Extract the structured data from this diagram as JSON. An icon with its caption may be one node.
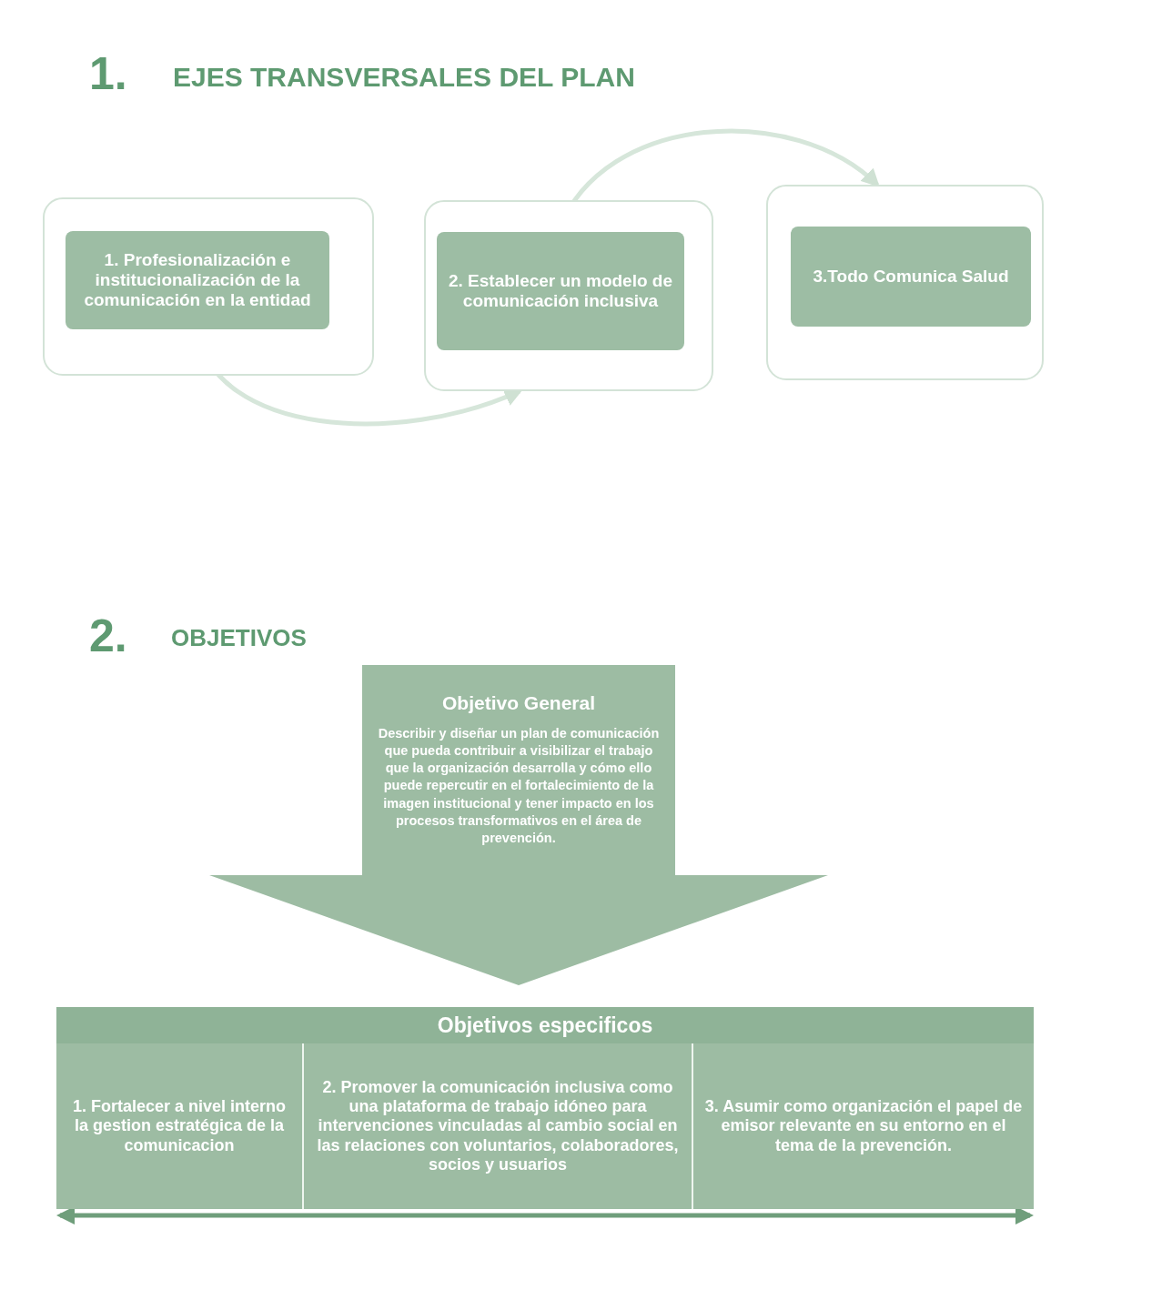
{
  "diagram": {
    "nodes": [
      {
        "text": [],
        "shape": "box"
      },
      {
        "text": [
          "1. Profesionalización e institucionalización de la comunicación en la entidad"
        ],
        "in": 0
      },
      {
        "text": [],
        "shape": "box"
      },
      {
        "text": [
          "2. Establecer un modelo de comunicación inclusiva"
        ],
        "in": 2
      },
      {
        "text": [],
        "shape": "box"
      },
      {
        "text": [
          "3.Todo Comunica Salud"
        ],
        "in": 4
      },
      {
        "text": [
          "Objetivo General",
          "Describir y diseñar un plan de comunicación que pueda contribuir a visibilizar el trabajo que la organización desarrolla y cómo ello puede repercutir en el fortalecimiento de la imagen institucional y tener impacto en los procesos transformativos en el área de prevención."
        ]
      },
      {
        "text": [
          "Objetivos especificos"
        ]
      },
      {
        "text": [
          "1. Fortalecer a nivel interno la gestion estratégica de la comunicacion"
        ],
        "in": 7
      },
      {
        "text": [
          "2. Promover la comunicación inclusiva como una plataforma de trabajo idóneo para intervenciones vinculadas al cambio social en las relaciones con voluntarios, colaboradores, socios y usuarios"
        ],
        "in": 7
      },
      {
        "text": [
          "3. Asumir como organización el papel de emisor relevante en su entorno en el tema de la prevención."
        ],
        "in": 7
      }
    ],
    "edges": [
      {
        "from": 1,
        "to": 2,
        "arrow": "to"
      },
      {
        "from": 3,
        "to": 4,
        "arrow": "to"
      },
      {
        "from": 8,
        "to": 10,
        "arrow": "both",
        "color": "#6f9e7b"
      }
    ],
    "labels": [
      "1.",
      "EJES TRANSVERSALES DEL PLAN",
      "2.",
      "OBJETIVOS"
    ]
  }
}
